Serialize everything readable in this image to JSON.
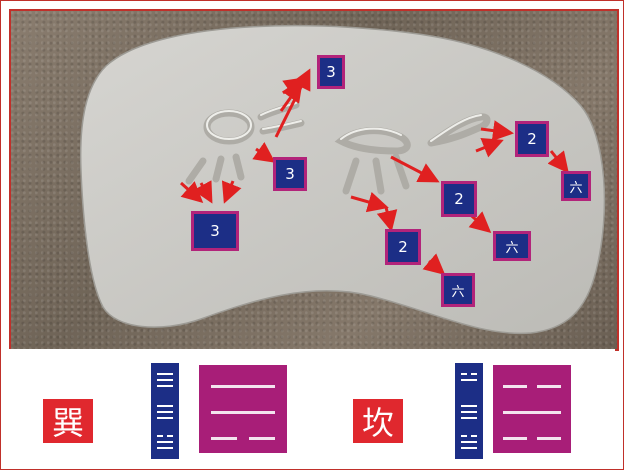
{
  "photo": {
    "boxes": [
      {
        "id": "b1",
        "text": "3"
      },
      {
        "id": "b2",
        "text": "3"
      },
      {
        "id": "b3",
        "text": "3"
      },
      {
        "id": "b4",
        "text": "2"
      },
      {
        "id": "b5",
        "text": "2"
      },
      {
        "id": "b6",
        "text": "2"
      },
      {
        "id": "b7",
        "text": "六"
      },
      {
        "id": "b8",
        "text": "六"
      },
      {
        "id": "b9",
        "text": "六"
      }
    ],
    "colors": {
      "box_fill": "#1c2e86",
      "box_border": "#b2237a",
      "arrow": "#e02020",
      "stone": "#c9c8c3"
    }
  },
  "legend": {
    "left": {
      "character": "巽"
    },
    "right": {
      "character": "坎"
    }
  },
  "colors": {
    "red_label": "#e0282e",
    "blue_bar": "#1c2e86",
    "magenta_panel": "#a81e78",
    "frame": "#c0302a"
  }
}
